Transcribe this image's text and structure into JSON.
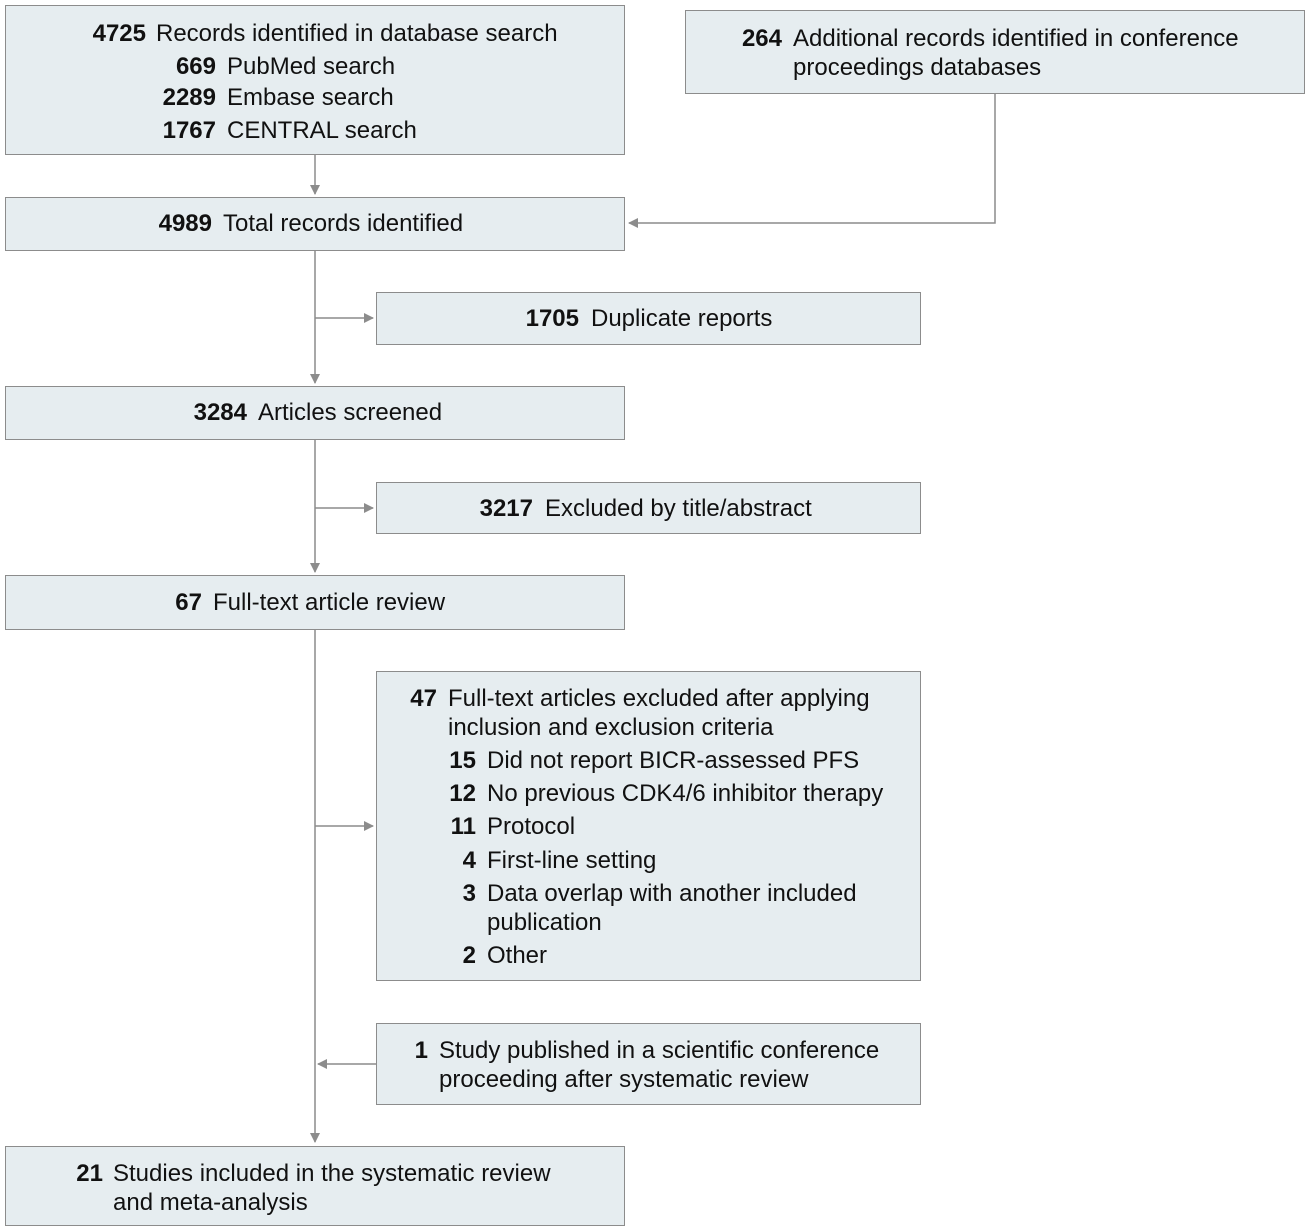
{
  "database_search": {
    "count": "4725",
    "label": "Records identified in database search",
    "items": [
      {
        "count": "669",
        "label": "PubMed search"
      },
      {
        "count": "2289",
        "label": "Embase search"
      },
      {
        "count": "1767",
        "label": "CENTRAL search"
      }
    ]
  },
  "conference_records": {
    "count": "264",
    "label_line1": "Additional records identified in conference",
    "label_line2": "proceedings databases"
  },
  "total_records": {
    "count": "4989",
    "label": "Total records identified"
  },
  "duplicates": {
    "count": "1705",
    "label": "Duplicate reports"
  },
  "screened": {
    "count": "3284",
    "label": "Articles screened"
  },
  "excluded_title_abstract": {
    "count": "3217",
    "label": "Excluded by title/abstract"
  },
  "full_text_review": {
    "count": "67",
    "label": "Full-text article review"
  },
  "full_text_excluded": {
    "count": "47",
    "label_line1": "Full-text articles excluded after applying",
    "label_line2": "inclusion and exclusion criteria",
    "reasons": [
      {
        "count": "15",
        "label": "Did not report BICR-assessed PFS"
      },
      {
        "count": "12",
        "label": "No previous CDK4/6 inhibitor therapy"
      },
      {
        "count": "11",
        "label": "Protocol"
      },
      {
        "count": "4",
        "label": "First-line setting"
      },
      {
        "count": "3",
        "label_line1": "Data overlap with another included",
        "label_line2": "publication"
      },
      {
        "count": "2",
        "label": "Other"
      }
    ]
  },
  "conference_added": {
    "count": "1",
    "label_line1": "Study published in a scientific conference",
    "label_line2": "proceeding after systematic review"
  },
  "included": {
    "count": "21",
    "label_line1": "Studies included in the systematic review",
    "label_line2": "and meta-analysis"
  },
  "colors": {
    "box_fill": "#e6edf0",
    "box_border": "#8c8c8c",
    "connector": "#8c8c8c"
  }
}
